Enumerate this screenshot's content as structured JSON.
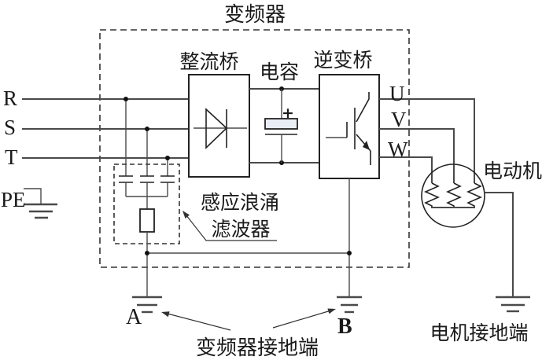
{
  "diagram": {
    "title": "变频器",
    "blocks": {
      "rectifier_label": "整流桥",
      "capacitor_label": "电容",
      "inverter_label": "逆变桥",
      "motor_label": "电动机"
    },
    "filter_label": {
      "line1": "感应浪涌",
      "line2": "滤波器"
    },
    "terminals": {
      "r": "R",
      "s": "S",
      "t": "T",
      "pe": "PE",
      "u": "U",
      "v": "V",
      "w": "W"
    },
    "ground_points": {
      "a": "A",
      "b": "B"
    },
    "captions": {
      "converter_ground": "变频器接地端",
      "motor_ground": "电机接地端"
    },
    "capacitor_polarity": "+",
    "colors": {
      "wire": "#4a4a4a",
      "outline": "#222222",
      "text": "#1a1a1a",
      "capacitor_fill": "#e9edf6",
      "background": "#ffffff"
    }
  }
}
